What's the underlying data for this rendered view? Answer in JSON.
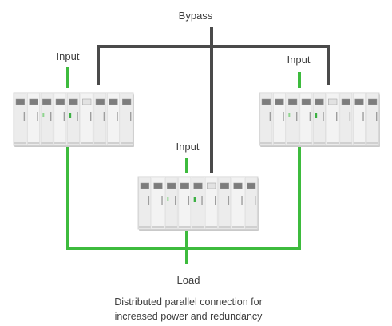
{
  "labels": {
    "bypass": "Bypass",
    "input_left": "Input",
    "input_right": "Input",
    "input_center": "Input",
    "load": "Load"
  },
  "caption": {
    "line1": "Distributed parallel connection for",
    "line2": "increased power and redundancy"
  },
  "colors": {
    "bypass_line": "#4a4a4a",
    "power_line": "#3dbb3d",
    "cabinet_body": "#eeeeee",
    "cabinet_shadow": "#c9c9c9",
    "status_led": "#3cb043"
  },
  "units": [
    {
      "name": "ups-unit-left"
    },
    {
      "name": "ups-unit-right"
    },
    {
      "name": "ups-unit-center"
    }
  ]
}
